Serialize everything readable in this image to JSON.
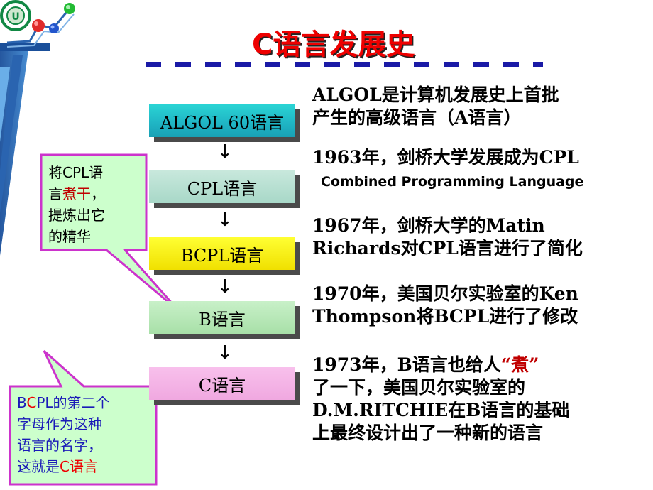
{
  "title": "C语言发展史",
  "boxes": {
    "algol": "ALGOL 60语言",
    "cpl": "CPL语言",
    "bcpl": "BCPL语言",
    "b": "B语言",
    "c": "C语言"
  },
  "arrow_glyph": "↓",
  "descriptions": {
    "d1_line1": "ALGOL是计算机发展史上首批",
    "d1_line2": "产生的高级语言（A语言）",
    "d2_line1": "1963年，剑桥大学发展成为CPL",
    "d2_line2": "Combined Programming Language",
    "d3_line1": "1967年，剑桥大学的Matin",
    "d3_line2": "Richards对CPL语言进行了简化",
    "d4_line1": "1970年，美国贝尔实验室的Ken",
    "d4_line2": "Thompson将BCPL进行了修改",
    "d5_line1_a": "1973年，B语言也给人",
    "d5_line1_b": "“煮”",
    "d5_line2": "了一下，美国贝尔实验室的",
    "d5_line3": "D.M.RITCHIE在B语言的基础",
    "d5_line4": "上最终设计出了一种新的语言"
  },
  "callout1": {
    "line1": "将CPL语",
    "line2_a": "言",
    "line2_b": "煮干",
    "line2_c": "，",
    "line3": "提炼出它",
    "line4": "的精华"
  },
  "callout2": {
    "line1_a": "B",
    "line1_b": "C",
    "line1_c": "PL的第二个",
    "line2": "字母作为这种",
    "line3": "语言的名字，",
    "line4_a": "这就是",
    "line4_b": "C语言"
  },
  "colors": {
    "title_red": "#ee0000",
    "accent_blue": "#1a1aa6",
    "callout_fill": "#ccffcc",
    "callout_border": "#cc33cc"
  }
}
